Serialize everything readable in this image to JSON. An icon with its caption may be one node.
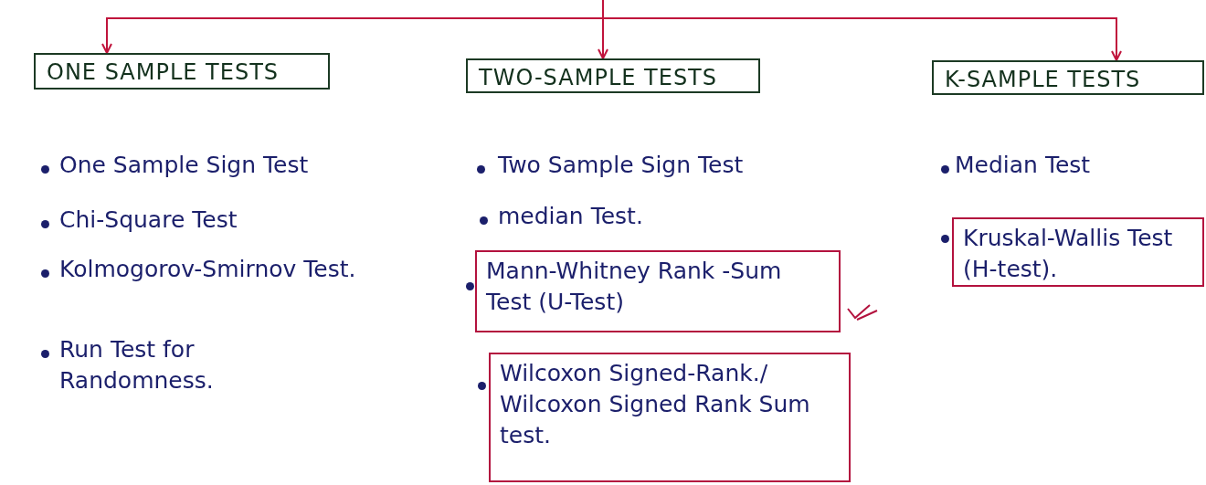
{
  "diagram": {
    "nodes": [
      {
        "text": [
          "ONE SAMPLE TESTS"
        ]
      },
      {
        "text": [
          "TWO-SAMPLE TESTS"
        ]
      },
      {
        "text": [
          "K-SAMPLE TESTS"
        ]
      },
      {
        "text": [
          "Mann-Whitney Rank -Sum Test (U-Test)"
        ]
      },
      {
        "text": [
          "Wilcoxon Signed-Rank./ Wilcoxon Signed Rank Sum test."
        ]
      },
      {
        "text": [
          "Kruskal-Wallis Test (H-test)."
        ]
      }
    ],
    "edges": [
      {
        "from": null,
        "to": 0,
        "arrow": "to"
      },
      {
        "from": null,
        "to": 1,
        "arrow": "to"
      },
      {
        "from": null,
        "to": 2,
        "arrow": "to"
      }
    ],
    "labels": [
      "One Sample Sign Test",
      "Chi-Square Test",
      "Kolmogorov-Smirnov Test.",
      "Run Test for Randomness.",
      "Two Sample Sign Test",
      "median Test.",
      "Median Test"
    ]
  }
}
